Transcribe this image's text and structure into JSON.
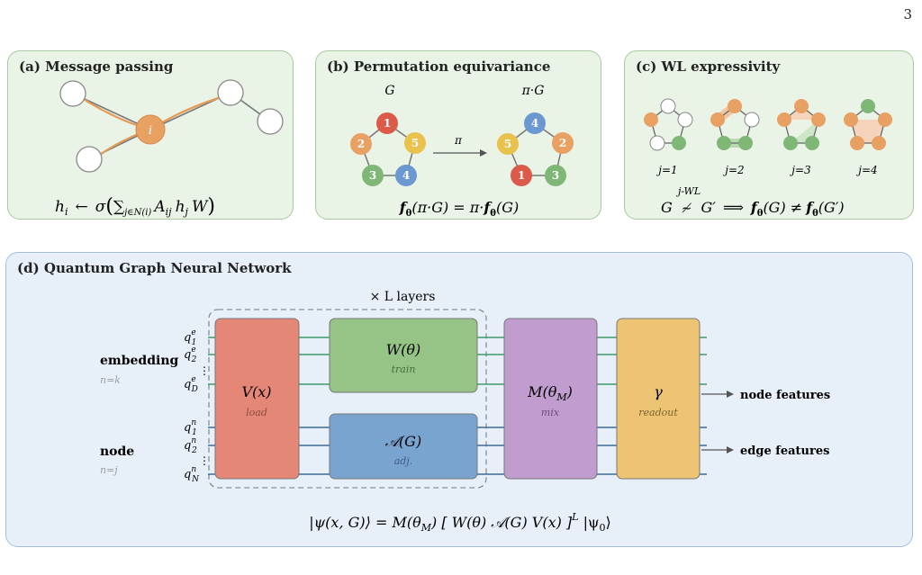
{
  "page_number": "3",
  "panel_a": {
    "title": "(a)  Message passing",
    "center_label": "i",
    "eq": {
      "h": "h",
      "i": "i",
      "arrow": "←",
      "sigma": "σ",
      "sum": "∑",
      "sumsub": "j∈N(i)",
      "A": "A",
      "ij": "ij",
      "h2": "h",
      "j": "j",
      "W": "W"
    }
  },
  "panel_b": {
    "title": "(b)  Permutation equivariance",
    "label_g": "G",
    "label_pig": "π·G",
    "arrow_label": "π",
    "left_nodes": [
      "1",
      "2",
      "5",
      "3",
      "4"
    ],
    "right_nodes": [
      "4",
      "5",
      "2",
      "1",
      "3"
    ],
    "eq": {
      "f1": "f",
      "theta1": "θ",
      "arg1": "(π·G) = π·",
      "f2": "f",
      "theta2": "θ",
      "arg2": "(G)"
    }
  },
  "panel_c": {
    "title": "(c)  WL expressivity",
    "j_labels": [
      "j=1",
      "j=2",
      "j=3",
      "j=4"
    ],
    "eq": {
      "G": "G",
      "wl": "j-WL",
      "notsim": "≁",
      "Gp": "G′",
      "implies": "⟹",
      "f1": "f",
      "th1": "θ",
      "a1": "(G) ≠",
      "f2": "f",
      "th2": "θ",
      "a2": "(G′)"
    }
  },
  "panel_d": {
    "title": "(d)  Quantum Graph Neural Network",
    "layers": "× L layers",
    "embedding_label": "embedding",
    "embedding_n": "n=k",
    "node_label": "node",
    "node_n": "n=j",
    "qubits_e": {
      "q": "q",
      "sup": "e",
      "subs": [
        "1",
        "2",
        "D"
      ]
    },
    "qubits_n": {
      "q": "q",
      "sup": "n",
      "subs": [
        "1",
        "2",
        "N"
      ]
    },
    "dots": "⋮",
    "blocks": {
      "v": {
        "label": "V(x)",
        "sub": "load"
      },
      "w": {
        "label": "W(θ)",
        "sub": "train"
      },
      "a": {
        "label": "𝒜(G)",
        "sub": "adj."
      },
      "m": {
        "label": "M(θ",
        "label_sub": "M",
        "label_end": ")",
        "sub": "mix"
      },
      "r": {
        "label": "γ",
        "sub": "readout"
      }
    },
    "outputs": [
      "node features",
      "edge features"
    ],
    "equation": "|ψ(x, G)⟩ = M(θ_M) [ W(θ) 𝒜(G) V(x) ]^L |ψ₀⟩",
    "eq": {
      "lhs": "|ψ(x, G)⟩ = M(θ",
      "msub": "M",
      "mid": ") [ W(θ) 𝒜(G) V(x) ]",
      "L": "L",
      "end": " |ψ",
      "zero": "0",
      "close": "⟩"
    }
  },
  "colors": {
    "orange": "#e8a063",
    "green": "#7fb776",
    "blue": "#6b98d0",
    "red": "#dc5a4a",
    "yellow": "#e8c24d",
    "wire_green": "#3e9a6a",
    "wire_blue": "#3f6a98"
  }
}
